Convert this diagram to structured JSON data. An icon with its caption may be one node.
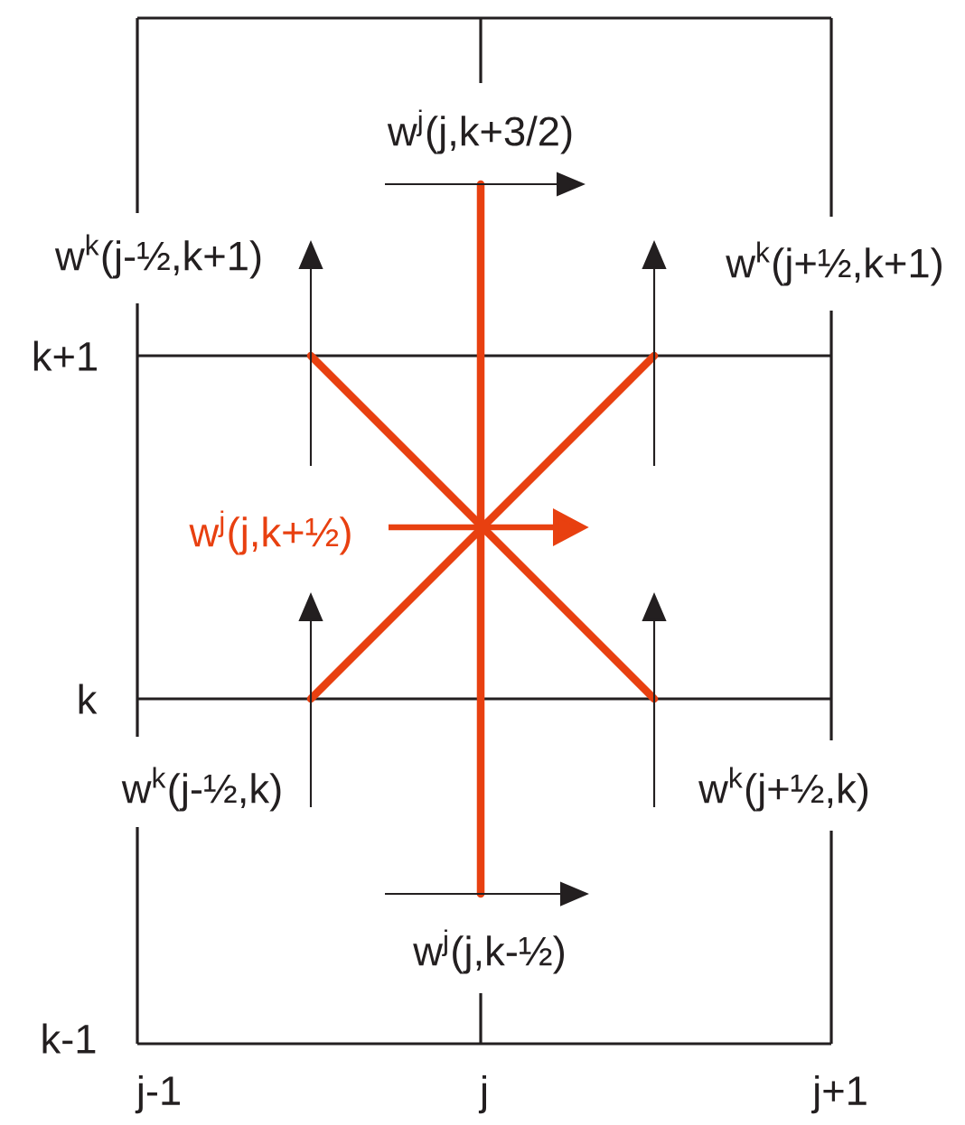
{
  "diagram": {
    "labels": [
      "w$^{j}$(j,k+3/2)",
      "w$^{k}$(j-½,k+1)",
      "w$^{k}$(j+½,k+1)",
      "k+1",
      "w$^{j}$(j,k+½)",
      "k",
      "w$^{k}$(j-½,k)",
      "w$^{k}$(j+½,k)",
      "w$^{j}$(j,k-½)",
      "k-1",
      "j-1",
      "j",
      "j+1"
    ]
  }
}
